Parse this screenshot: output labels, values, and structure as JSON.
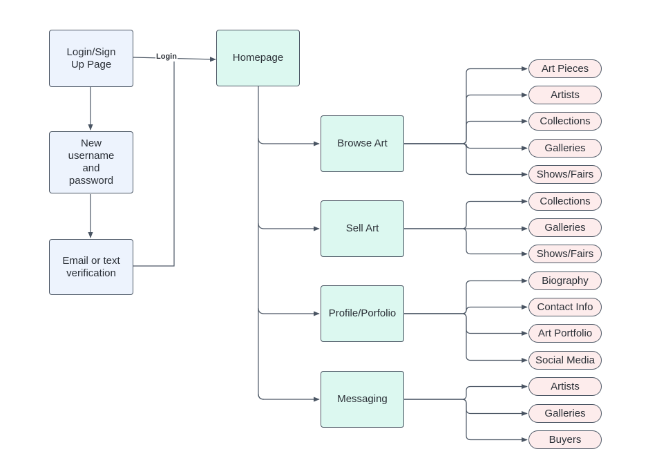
{
  "flow": {
    "login_page": "Login/Sign\nUp Page",
    "new_credentials": "New\nusername\nand\npassword",
    "verification": "Email or text\nverification",
    "login_edge": "Login",
    "homepage": "Homepage"
  },
  "sections": [
    {
      "label": "Browse Art",
      "items": [
        "Art Pieces",
        "Artists",
        "Collections",
        "Galleries",
        "Shows/Fairs"
      ]
    },
    {
      "label": "Sell Art",
      "items": [
        "Collections",
        "Galleries",
        "Shows/Fairs"
      ]
    },
    {
      "label": "Profile/Porfolio",
      "items": [
        "Biography",
        "Contact Info",
        "Art Portfolio",
        "Social Media"
      ]
    },
    {
      "label": "Messaging",
      "items": [
        "Artists",
        "Galleries",
        "Buyers"
      ]
    }
  ],
  "colors": {
    "stroke": "#4a5563",
    "blue_fill": "#edf3fd",
    "teal_fill": "#dcf8f0",
    "pink_fill": "#fdecec"
  }
}
